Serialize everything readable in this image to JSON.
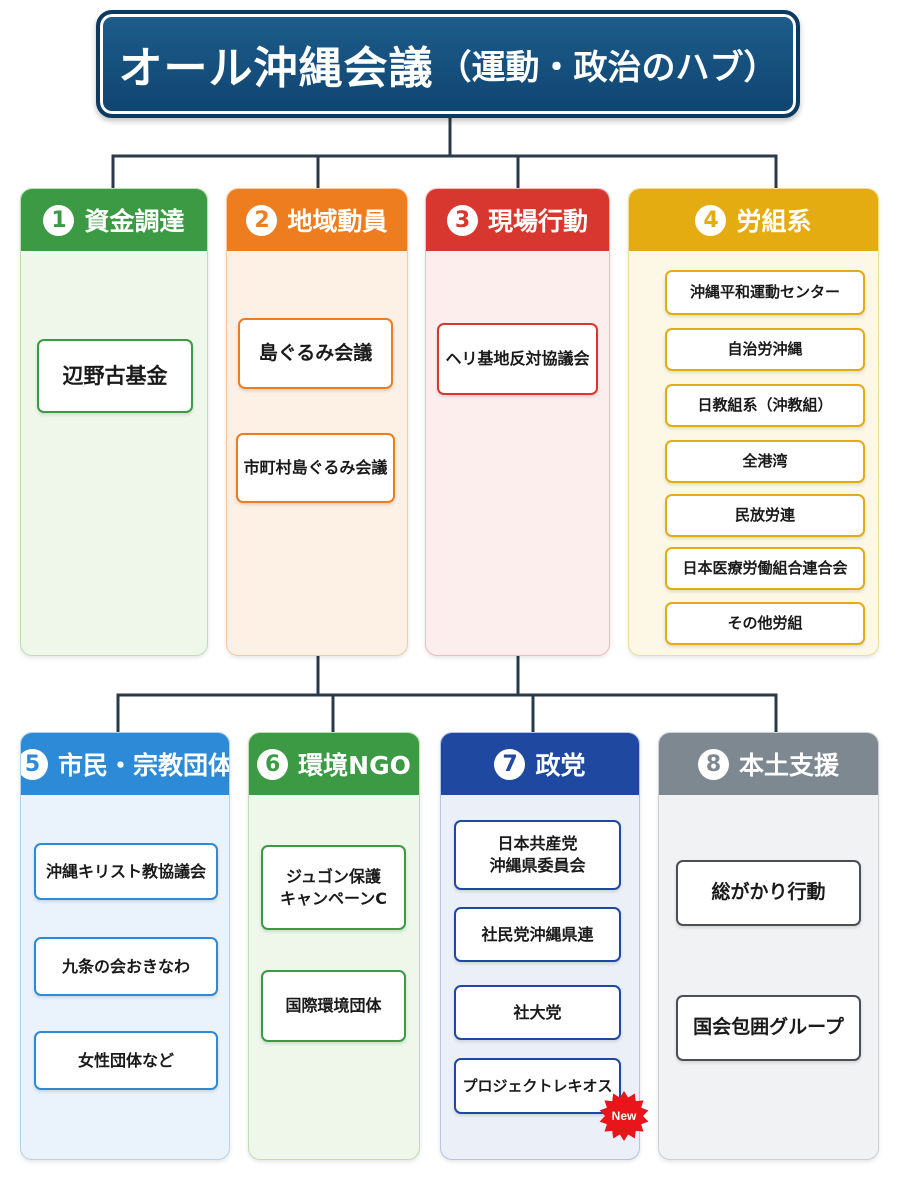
{
  "title": {
    "main": "オール沖縄会議",
    "sub": "（運動・政治のハブ）"
  },
  "categories": [
    {
      "number": "1",
      "label": "資金調達",
      "color": "#3c9a45",
      "items": [
        "辺野古基金"
      ]
    },
    {
      "number": "2",
      "label": "地域動員",
      "color": "#ee7d1f",
      "items": [
        "島ぐるみ会議",
        "市町村島ぐるみ会議"
      ]
    },
    {
      "number": "3",
      "label": "現場行動",
      "color": "#d8372f",
      "items": [
        "ヘリ基地反対協議会"
      ]
    },
    {
      "number": "4",
      "label": "労組系",
      "color": "#e5ac12",
      "items": [
        "沖縄平和運動センター",
        "自治労沖縄",
        "日教組系（沖教組）",
        "全港湾",
        "民放労連",
        "日本医療労働組合連合会",
        "その他労組"
      ]
    },
    {
      "number": "5",
      "label": "市民・宗教団体",
      "color": "#2d8ad6",
      "items": [
        "沖縄キリスト教協議会",
        "九条の会おきなわ",
        "女性団体など"
      ]
    },
    {
      "number": "6",
      "label": "環境NGO",
      "color": "#3c9a45",
      "items": [
        "ジュゴン保護\nキャンペーンC",
        "国際環境団体"
      ]
    },
    {
      "number": "7",
      "label": "政党",
      "color": "#1f48a1",
      "items": [
        "日本共産党\n沖縄県委員会",
        "社民党沖縄県連",
        "社大党",
        "プロジェクトレキオス"
      ]
    },
    {
      "number": "8",
      "label": "本土支援",
      "color": "#7e8891",
      "items": [
        "総がかり行動",
        "国会包囲グループ"
      ]
    }
  ],
  "badge": {
    "text": "New",
    "color": "#e8151a"
  }
}
